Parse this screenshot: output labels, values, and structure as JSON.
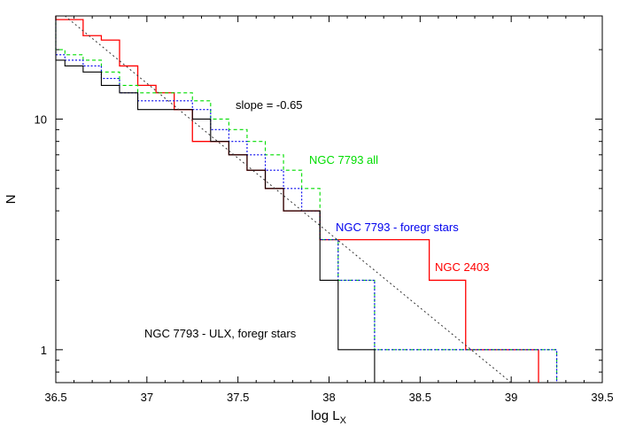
{
  "chart_data": {
    "type": "line",
    "title": "",
    "xlabel": "log L",
    "xlabel_sub": "X",
    "ylabel": "N",
    "xlim": [
      36.5,
      39.5
    ],
    "ylim": [
      0.72,
      28
    ],
    "yscale": "log",
    "grid": false,
    "x_ticks": [
      36.5,
      37,
      37.5,
      38,
      38.5,
      39,
      39.5
    ],
    "x_tick_labels": [
      "36.5",
      "37",
      "37.5",
      "38",
      "38.5",
      "39",
      "39.5"
    ],
    "y_ticks": [
      1,
      10
    ],
    "y_tick_labels": [
      "1",
      "10"
    ],
    "series": [
      {
        "name": "NGC 2403",
        "color": "#ff0000",
        "dash": "solid",
        "steps": [
          [
            36.5,
            27
          ],
          [
            36.65,
            23
          ],
          [
            36.75,
            22
          ],
          [
            36.85,
            17
          ],
          [
            36.95,
            14
          ],
          [
            37.05,
            13
          ],
          [
            37.15,
            11
          ],
          [
            37.25,
            8
          ],
          [
            37.35,
            8
          ],
          [
            37.45,
            7
          ],
          [
            37.55,
            6
          ],
          [
            37.65,
            5
          ],
          [
            37.75,
            4
          ],
          [
            37.95,
            3
          ],
          [
            38.55,
            2
          ],
          [
            38.75,
            1
          ],
          [
            39.15,
            0.72
          ]
        ]
      },
      {
        "name": "NGC 7793 all",
        "color": "#00dd00",
        "dash": "dashed",
        "steps": [
          [
            36.5,
            20
          ],
          [
            36.55,
            19
          ],
          [
            36.65,
            18
          ],
          [
            36.75,
            16
          ],
          [
            36.85,
            14
          ],
          [
            36.95,
            13
          ],
          [
            37.05,
            13
          ],
          [
            37.15,
            13
          ],
          [
            37.25,
            12
          ],
          [
            37.35,
            10
          ],
          [
            37.45,
            9
          ],
          [
            37.55,
            8
          ],
          [
            37.65,
            7
          ],
          [
            37.75,
            6
          ],
          [
            37.85,
            5
          ],
          [
            37.95,
            3
          ],
          [
            38.05,
            2
          ],
          [
            38.25,
            1
          ],
          [
            39.25,
            0.72
          ]
        ]
      },
      {
        "name": "NGC 7793 - foregr stars",
        "color": "#0000ee",
        "dash": "dotted",
        "steps": [
          [
            36.5,
            19
          ],
          [
            36.55,
            18
          ],
          [
            36.65,
            17
          ],
          [
            36.75,
            15
          ],
          [
            36.85,
            13
          ],
          [
            36.95,
            12
          ],
          [
            37.05,
            12
          ],
          [
            37.15,
            12
          ],
          [
            37.25,
            11
          ],
          [
            37.35,
            9
          ],
          [
            37.45,
            8
          ],
          [
            37.55,
            7
          ],
          [
            37.65,
            6
          ],
          [
            37.75,
            5
          ],
          [
            37.85,
            4
          ],
          [
            37.95,
            3
          ],
          [
            38.05,
            2
          ],
          [
            38.25,
            1
          ],
          [
            39.25,
            0.72
          ]
        ]
      },
      {
        "name": "NGC 7793 - ULX, foregr stars",
        "color": "#000000",
        "dash": "solid",
        "steps": [
          [
            36.5,
            18
          ],
          [
            36.55,
            17
          ],
          [
            36.65,
            16
          ],
          [
            36.75,
            14
          ],
          [
            36.85,
            13
          ],
          [
            36.95,
            11
          ],
          [
            37.05,
            11
          ],
          [
            37.15,
            11
          ],
          [
            37.25,
            10
          ],
          [
            37.35,
            8
          ],
          [
            37.45,
            7
          ],
          [
            37.55,
            6
          ],
          [
            37.65,
            5
          ],
          [
            37.75,
            4
          ],
          [
            37.85,
            4
          ],
          [
            37.95,
            3
          ],
          [
            37.95,
            2
          ],
          [
            38.05,
            1
          ],
          [
            38.25,
            0.72
          ]
        ]
      }
    ],
    "fit_line": {
      "label": "slope = -0.65",
      "color": "#333333",
      "dash": "dotted",
      "x": [
        36.55,
        39.0
      ],
      "y": [
        28,
        0.72
      ]
    },
    "annotations": [
      {
        "series_index": 1,
        "text": "NGC 7793 all"
      },
      {
        "series_index": 2,
        "text": "NGC 7793 - foregr stars"
      },
      {
        "series_index": 0,
        "text": "NGC 2403"
      },
      {
        "series_index": 3,
        "text": "NGC 7793 - ULX, foregr stars"
      }
    ]
  }
}
